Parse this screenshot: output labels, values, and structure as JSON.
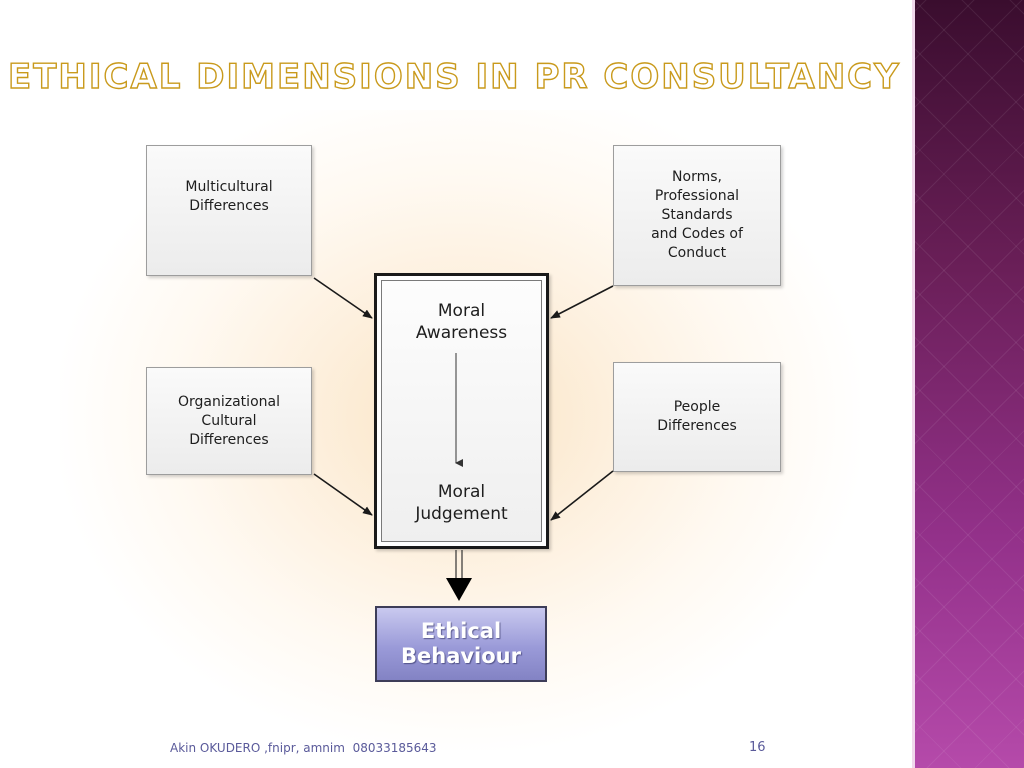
{
  "slide": {
    "title": "ETHICAL DIMENSIONS IN PR CONSULTANCY",
    "footer_author": "Akin OKUDERO ,fnipr, amnim  08033185643",
    "page_number": "16"
  },
  "diagram": {
    "inputs": {
      "multicultural": "Multicultural\nDifferences",
      "norms": "Norms,\nProfessional\nStandards\nand Codes of\nConduct",
      "organizational": "Organizational\nCultural\nDifferences",
      "people": "People\nDifferences"
    },
    "center": {
      "awareness": "Moral\nAwareness",
      "judgement": "Moral\nJudgement"
    },
    "outcome": "Ethical\nBehaviour"
  },
  "colors": {
    "title_outline": "#c99a1c",
    "side_panel": "#7a2a6e",
    "outcome_box": "#9a9ad8",
    "footer_text": "#5a5a9a"
  }
}
